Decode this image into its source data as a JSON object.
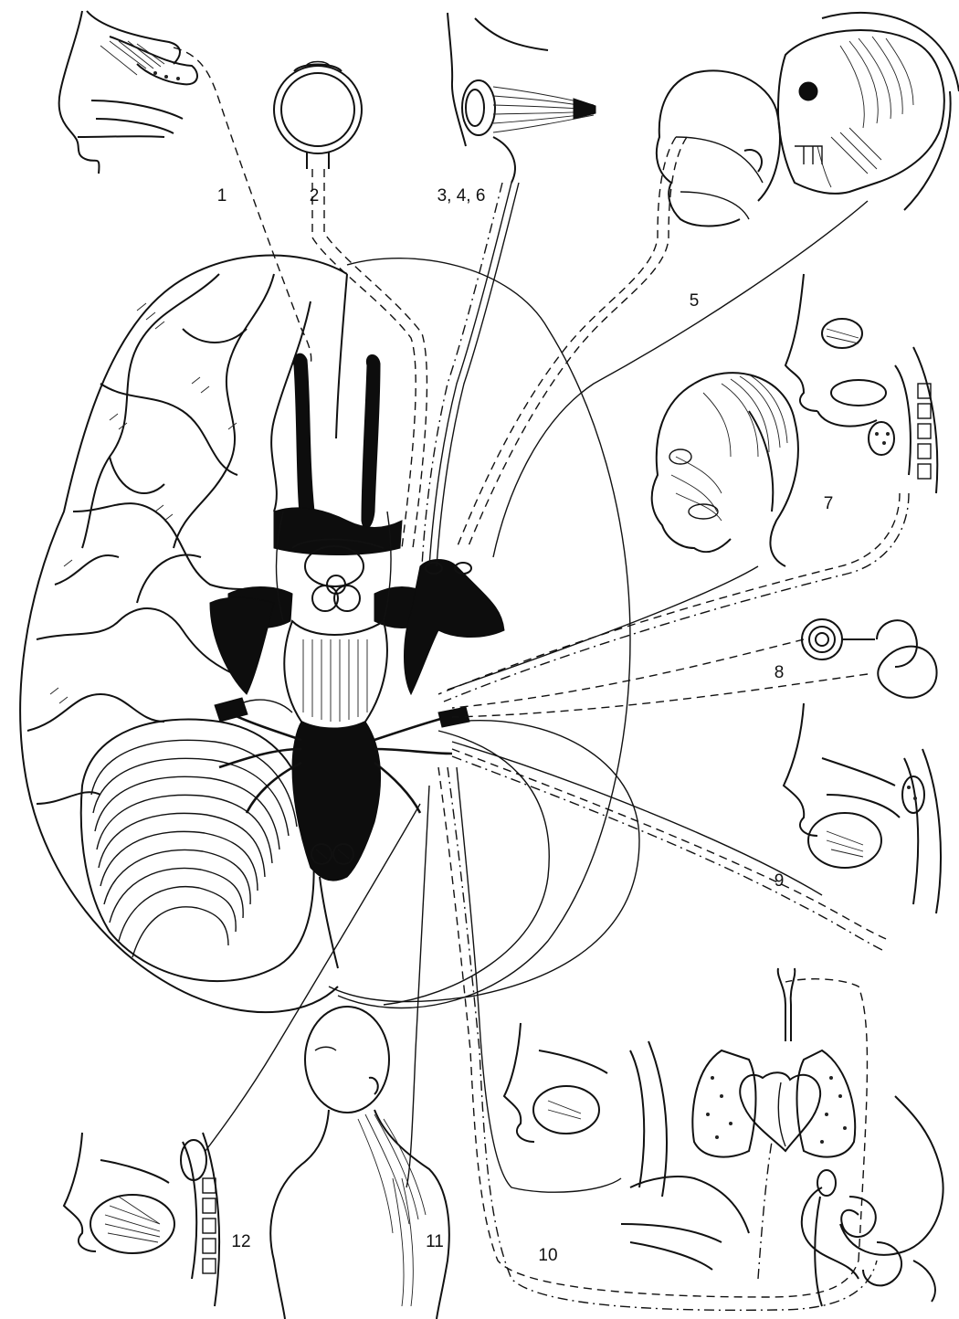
{
  "figure": {
    "labels": {
      "n1": "1",
      "n2": "2",
      "n346": "3, 4, 6",
      "n5": "5",
      "n7": "7",
      "n8": "8",
      "n9": "9",
      "n10": "10",
      "n11": "11",
      "n12": "12"
    },
    "ink_color": "#111111",
    "paper_color": "#ffffff"
  }
}
